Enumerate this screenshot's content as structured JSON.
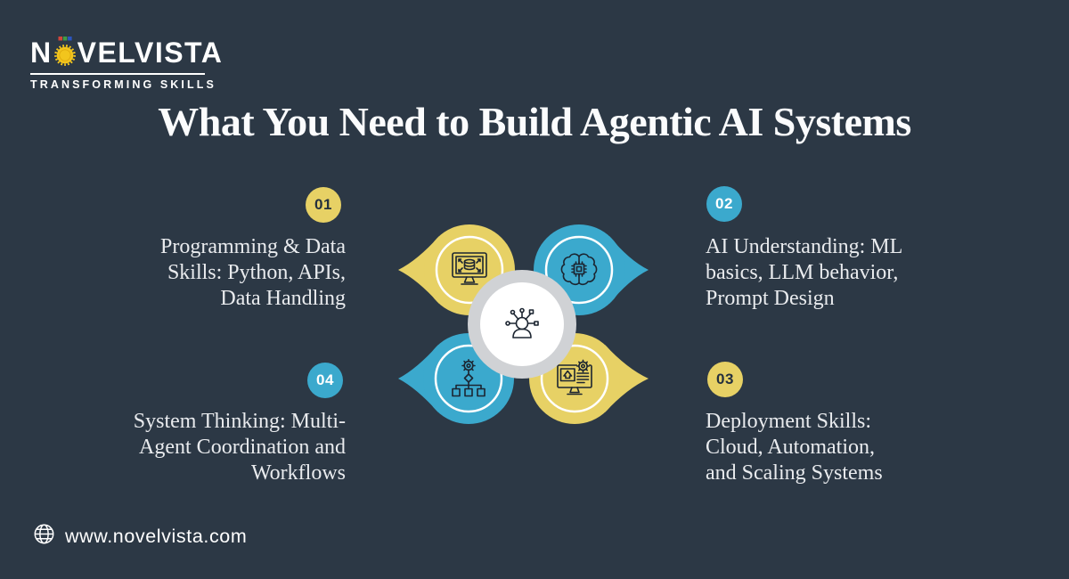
{
  "colors": {
    "background": "#2c3845",
    "accent_yellow": "#e7d165",
    "accent_blue": "#3ba9cd",
    "text": "#e9ebee",
    "center_circle_gray": "#d0d2d5",
    "icon_stroke": "#1c2531"
  },
  "logo": {
    "brand_first": "N",
    "brand_rest": "VELVISTA",
    "tagline": "TRANSFORMING SKILLS"
  },
  "title": "What You Need to Build Agentic AI Systems",
  "items": [
    {
      "number": "01",
      "badge_color": "#e7d165",
      "text": "Programming & Data Skills: Python, APIs, Data Handling",
      "lines": [
        "Programming & Data",
        "Skills: Python, APIs,",
        "Data Handling"
      ]
    },
    {
      "number": "02",
      "badge_color": "#3ba9cd",
      "text": "AI Understanding: ML basics, LLM behavior, Prompt Design",
      "lines": [
        "AI Understanding: ML",
        "basics, LLM behavior,",
        "Prompt Design"
      ]
    },
    {
      "number": "03",
      "badge_color": "#e7d165",
      "text": "Deployment Skills: Cloud, Automation, and Scaling Systems",
      "lines": [
        "Deployment Skills:",
        "Cloud, Automation,",
        "and Scaling Systems"
      ]
    },
    {
      "number": "04",
      "badge_color": "#3ba9cd",
      "text": "System Thinking: Multi-Agent Coordination and Workflows",
      "lines": [
        "System Thinking: Multi-",
        "Agent Coordination and",
        "Workflows"
      ]
    }
  ],
  "diagram": {
    "center_icon": "agent-person-network",
    "petals": [
      {
        "position": "top-left",
        "color": "#e7d165",
        "icon": "monitor-database"
      },
      {
        "position": "top-right",
        "color": "#3ba9cd",
        "icon": "brain-chip"
      },
      {
        "position": "bottom-left",
        "color": "#3ba9cd",
        "icon": "gear-hierarchy"
      },
      {
        "position": "bottom-right",
        "color": "#e7d165",
        "icon": "monitor-upload"
      }
    ]
  },
  "footer": {
    "website": "www.novelvista.com"
  }
}
